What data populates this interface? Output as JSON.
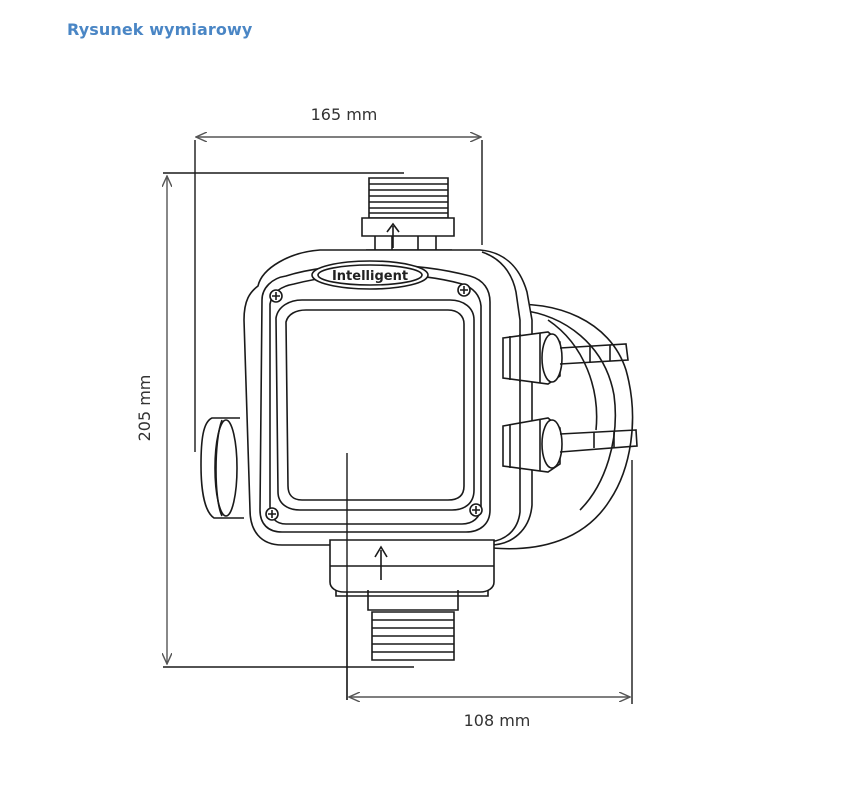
{
  "title": "Rysunek wymiarowy",
  "dimensions": {
    "width_top": "165 mm",
    "height_left": "205 mm",
    "depth_bottom": "108 mm"
  },
  "device_label": "Intelligent",
  "colors": {
    "title": "#4a86c5",
    "line": "#1a1a1a",
    "dimension": "#555555"
  }
}
